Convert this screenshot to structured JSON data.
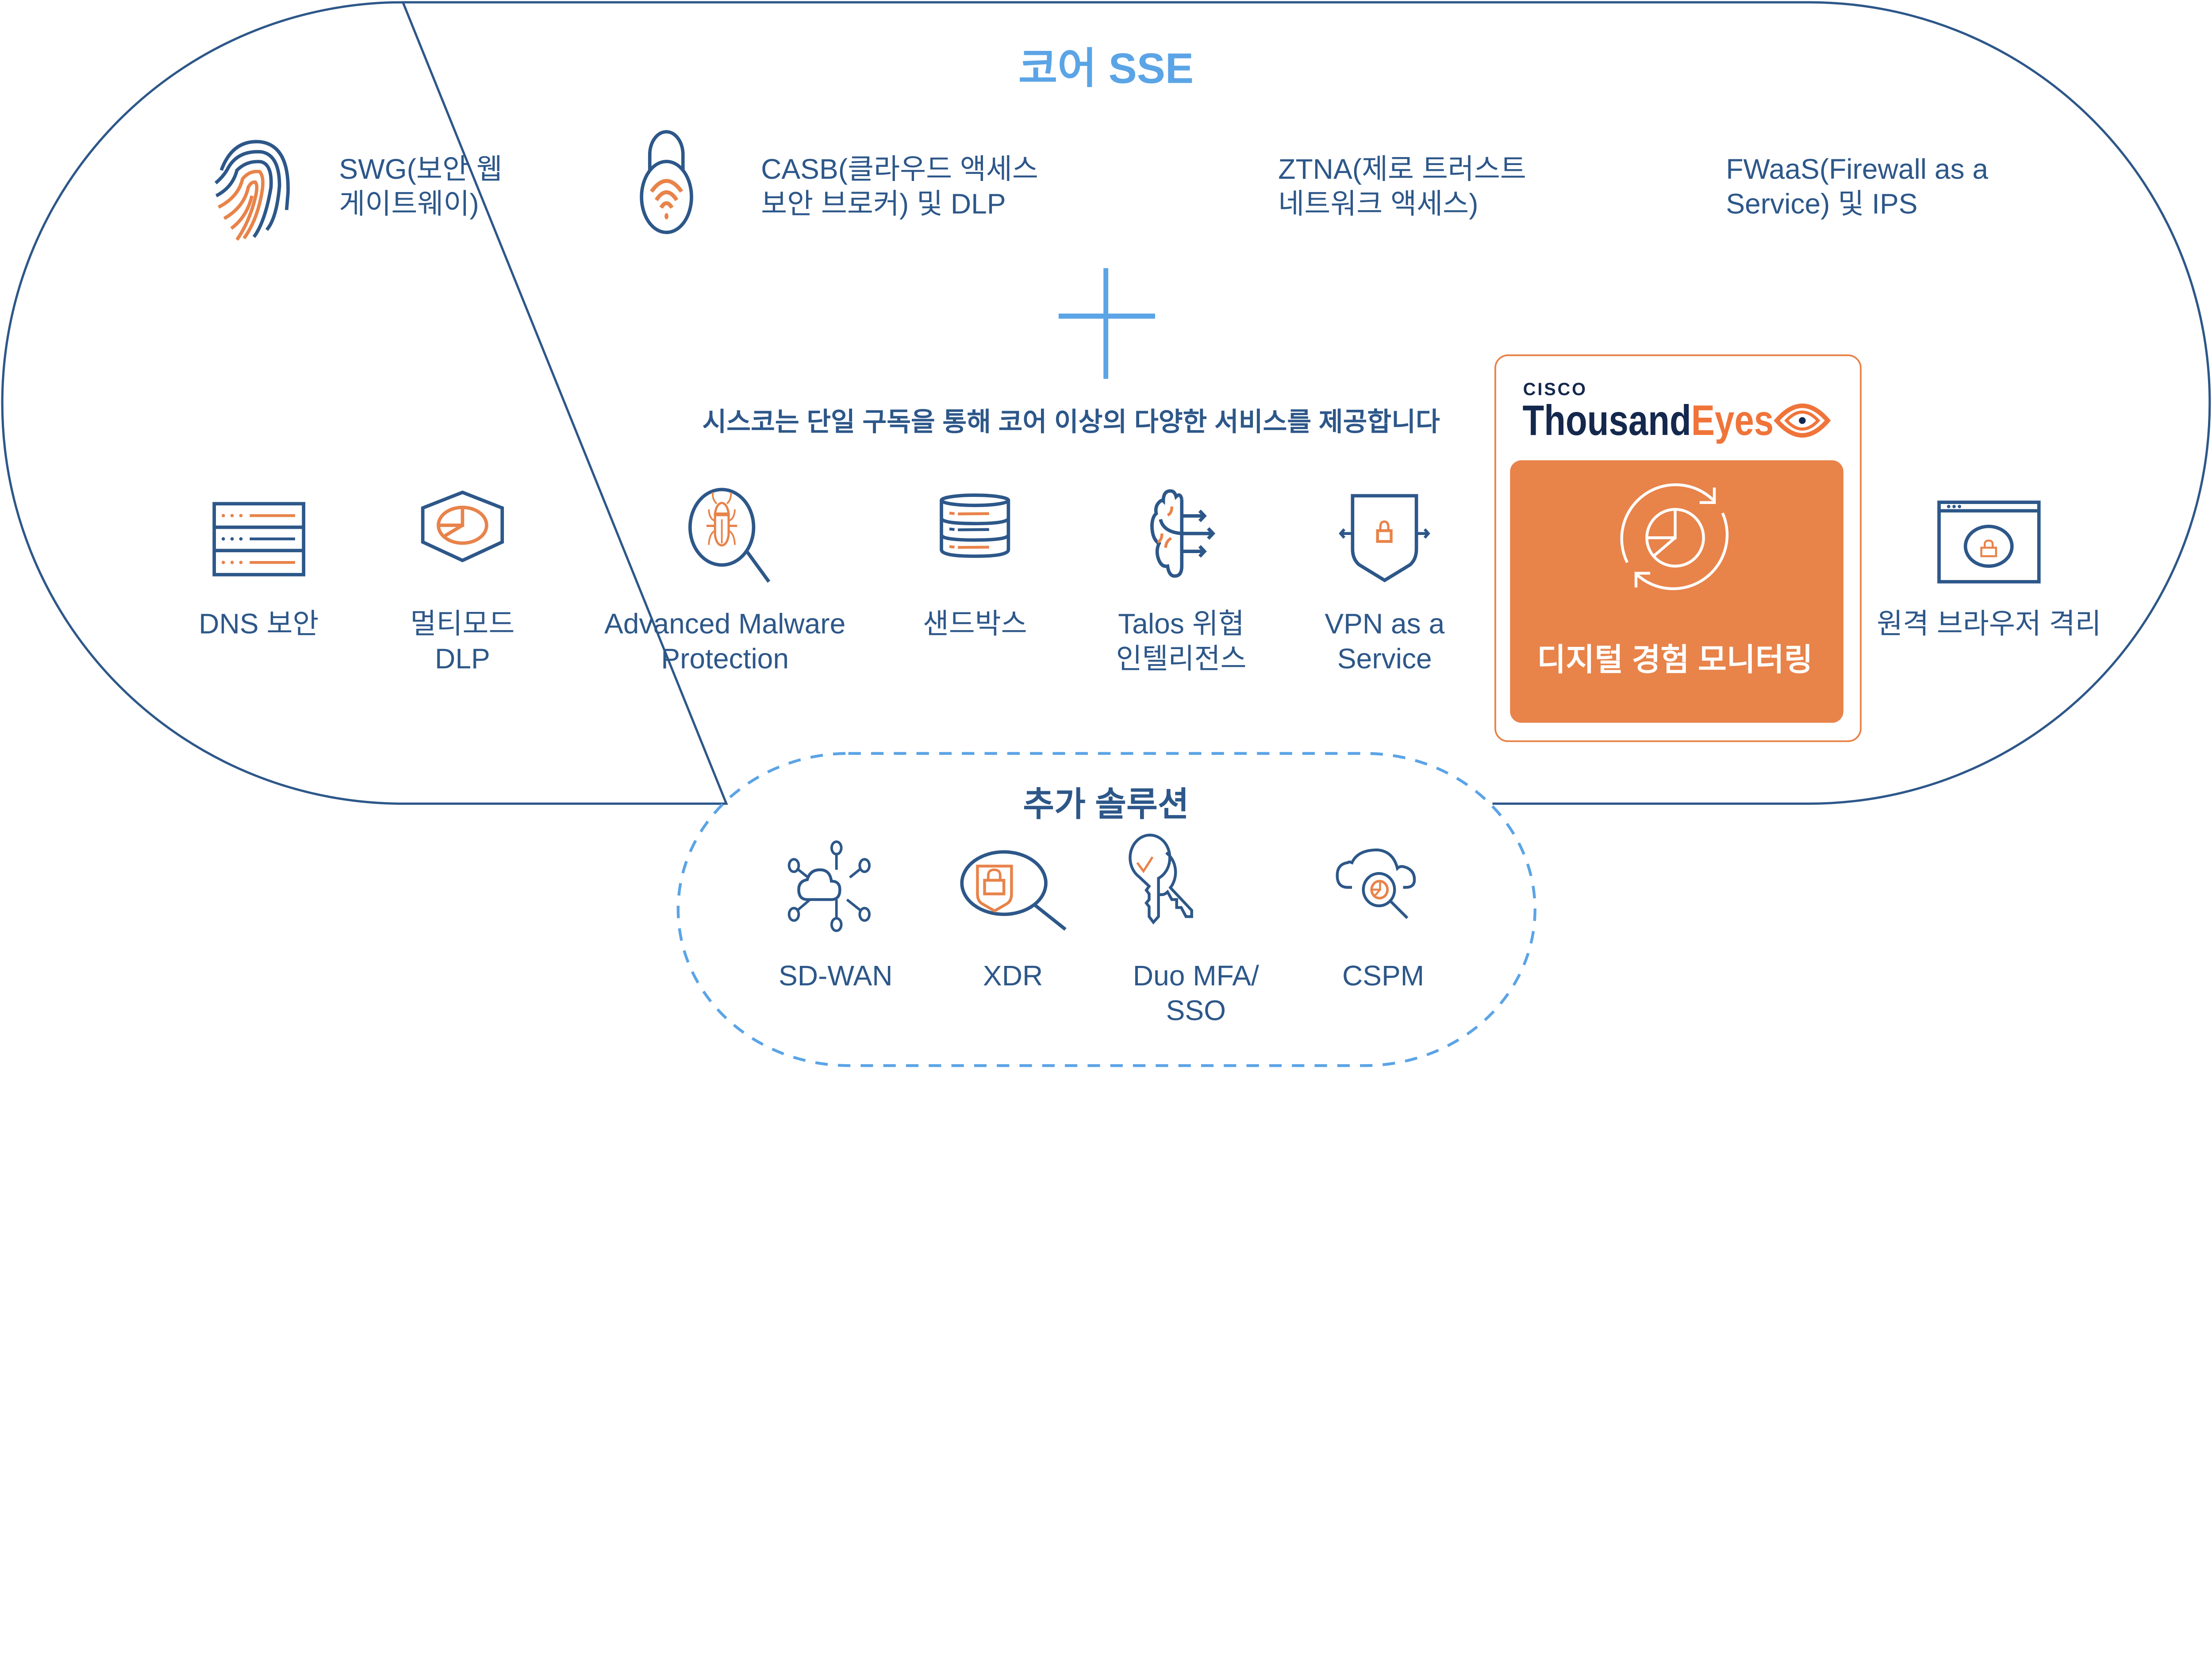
{
  "colors": {
    "primary_blue": "#2d5789",
    "light_blue": "#5ba4e6",
    "orange": "#e8834a",
    "brand_navy": "#14284d",
    "brand_orange": "#f0743a",
    "white": "#ffffff"
  },
  "core": {
    "title": "코어 SSE",
    "features": [
      {
        "icon": "fingerprint-icon",
        "lines": [
          "SWG(보안 웹",
          "게이트웨이)"
        ]
      },
      {
        "icon": "padlock-wifi-icon",
        "lines": [
          "CASB(클라우드 액세스",
          "보안 브로커) 및 DLP"
        ]
      },
      {
        "icon": "",
        "lines": [
          "ZTNA(제로 트러스트",
          "네트워크 액세스)"
        ]
      },
      {
        "icon": "",
        "lines": [
          "FWaaS(Firewall as a",
          "Service) 및 IPS"
        ]
      }
    ],
    "plus_icon": "plus-icon",
    "subtitle": "시스코는 단일 구독을 통해 코어 이상의 다양한 서비스를 제공합니다",
    "services": [
      {
        "icon": "server-rack-icon",
        "lines": [
          "DNS 보안"
        ]
      },
      {
        "icon": "hexagon-pie-icon",
        "lines": [
          "멀티모드",
          "DLP"
        ]
      },
      {
        "icon": "magnifier-bug-icon",
        "lines": [
          "Advanced Malware",
          "Protection"
        ]
      },
      {
        "icon": "database-icon",
        "lines": [
          "샌드박스"
        ]
      },
      {
        "icon": "brain-arrows-icon",
        "lines": [
          "Talos 위협",
          "인텔리전스"
        ]
      },
      {
        "icon": "shield-lock-arrows-icon",
        "lines": [
          "VPN as a",
          "Service"
        ]
      },
      {
        "icon": "browser-lock-icon",
        "lines": [
          "원격 브라우저 격리"
        ]
      }
    ],
    "thousandeyes": {
      "cisco_label": "CISCO",
      "brand_part1": "Thousand",
      "brand_part2": "Eyes",
      "logo_icon": "eye-logo-icon",
      "card_icon": "refresh-pie-chart-icon",
      "card_label": "디지털 경험 모니터링"
    }
  },
  "additional": {
    "title": "추가 솔루션",
    "items": [
      {
        "icon": "cloud-network-icon",
        "lines": [
          "SD-WAN"
        ]
      },
      {
        "icon": "magnifier-shield-lock-icon",
        "lines": [
          "XDR"
        ]
      },
      {
        "icon": "keys-check-icon",
        "lines": [
          "Duo MFA/",
          "SSO"
        ]
      },
      {
        "icon": "cloud-magnifier-icon",
        "lines": [
          "CSPM"
        ]
      }
    ]
  }
}
